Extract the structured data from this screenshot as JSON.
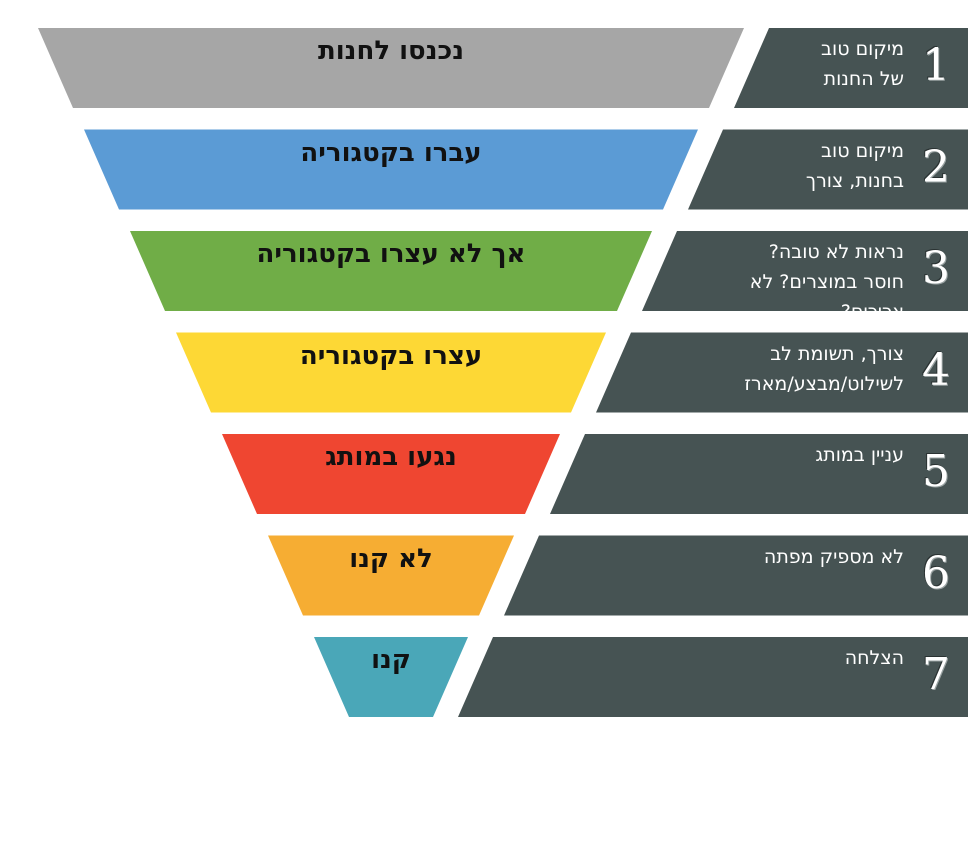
{
  "funnel": {
    "colors": [
      "#a6a6a6",
      "#5b9bd5",
      "#70ad47",
      "#fdd835",
      "#ef4631",
      "#f6ad33",
      "#4aa7b8"
    ],
    "stages": [
      {
        "label": "נכנסו לחנות"
      },
      {
        "label": "עברו בקטגוריה"
      },
      {
        "label": "אך לא עצרו בקטגוריה"
      },
      {
        "label": "עצרו בקטגוריה"
      },
      {
        "label": "נגעו במותג"
      },
      {
        "label": "לא קנו"
      },
      {
        "label": "קנו"
      }
    ]
  },
  "steps": {
    "panel_color": "#465353",
    "items": [
      {
        "number": "1",
        "text": "מיקום טוב\nשל החנות"
      },
      {
        "number": "2",
        "text": "מיקום טוב\nבחנות, צורך"
      },
      {
        "number": "3",
        "text": "נראות לא טובה?\nחוסר במוצרים? לא\nצריכים?"
      },
      {
        "number": "4",
        "text": "צורך, תשומת לב\nלשילוט/מבצע/מארז"
      },
      {
        "number": "5",
        "text": "עניין במותג"
      },
      {
        "number": "6",
        "text": "לא מספיק מפתה"
      },
      {
        "number": "7",
        "text": "הצלחה"
      }
    ]
  }
}
